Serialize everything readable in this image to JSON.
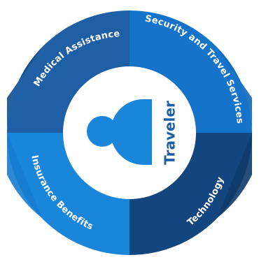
{
  "center": {
    "label": "Traveler",
    "icon": "person-icon"
  },
  "segments": [
    {
      "id": "medical",
      "label": "Medical Assistance",
      "color": "#1f5fa6"
    },
    {
      "id": "security",
      "label": "Security and Travel Services",
      "color": "#1573c9"
    },
    {
      "id": "technology",
      "label": "Technology",
      "color": "#13467f"
    },
    {
      "id": "insurance",
      "label": "Insurance Benefits",
      "color": "#1a86da"
    }
  ],
  "colors": {
    "ring_top_left": "#1f5fa6",
    "ring_top_right": "#1573c9",
    "ring_bottom_right": "#13467f",
    "ring_bottom_left": "#1a86da",
    "corner_top_left": "#144d89",
    "corner_top_right": "#1366b4",
    "corner_bottom_right": "#0f3b6c",
    "corner_bottom_left": "#167ccf",
    "icon": "#1a86da",
    "center_text": "#1a5fa8"
  }
}
